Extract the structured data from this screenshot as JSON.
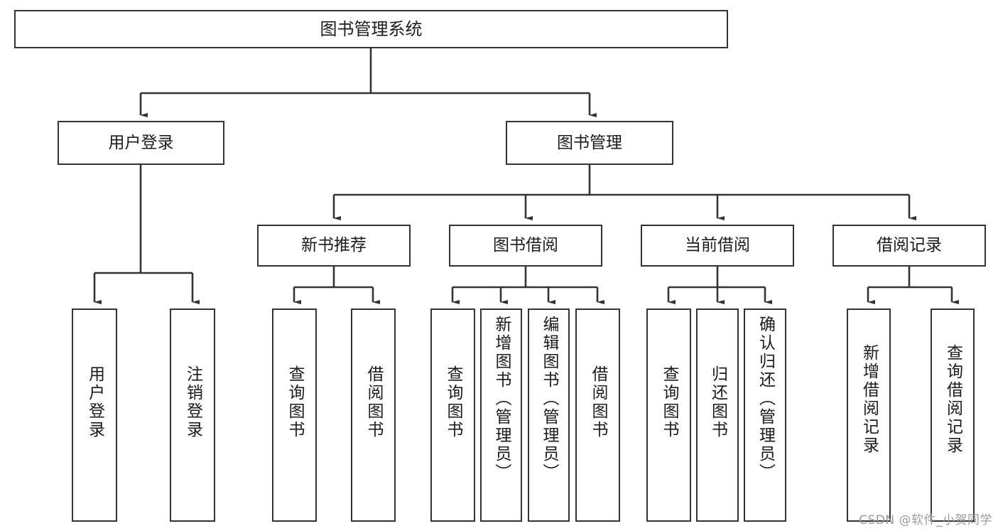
{
  "diagram": {
    "title": "图书管理系统",
    "type": "tree-hierarchy-chart",
    "watermark": "CSDN @软件_小贺同学",
    "colors": {
      "box_border": "#333333",
      "box_fill": "#ffffff",
      "edge": "#333333",
      "text": "#1b1b1b",
      "watermark": "#9a9a9a",
      "background": "#ffffff"
    },
    "nodes": {
      "root": {
        "label": "图书管理系统"
      },
      "level2": [
        {
          "label": "用户登录"
        },
        {
          "label": "图书管理"
        }
      ],
      "level3": [
        {
          "label": "新书推荐"
        },
        {
          "label": "图书借阅"
        },
        {
          "label": "当前借阅"
        },
        {
          "label": "借阅记录"
        }
      ],
      "leaves": [
        {
          "label": "用户登录"
        },
        {
          "label": "注销登录"
        },
        {
          "label": "查询图书"
        },
        {
          "label": "借阅图书"
        },
        {
          "label": "查询图书"
        },
        {
          "label": "新增图书（管理员）"
        },
        {
          "label": "编辑图书（管理员）"
        },
        {
          "label": "借阅图书"
        },
        {
          "label": "查询图书"
        },
        {
          "label": "归还图书"
        },
        {
          "label": "确认归还（管理员）"
        },
        {
          "label": "新增借阅记录"
        },
        {
          "label": "查询借阅记录"
        }
      ]
    }
  }
}
